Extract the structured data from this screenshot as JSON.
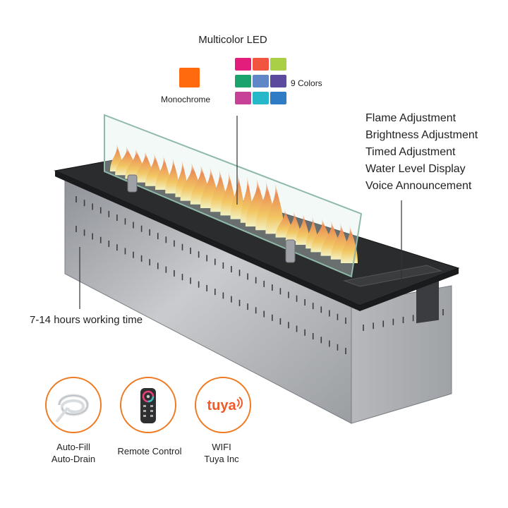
{
  "led": {
    "title": "Multicolor LED",
    "mono_label": "Monochrome",
    "mono_color": "#ff6a0e",
    "nine_label": "9 Colors",
    "nine_colors": [
      "#e31d7b",
      "#f1553f",
      "#a8cf45",
      "#1aa36b",
      "#5f87c7",
      "#5c4a9e",
      "#c84199",
      "#26b8c9",
      "#2f7bc4"
    ]
  },
  "features": [
    "Flame Adjustment",
    "Brightness Adjustment",
    "Timed Adjustment",
    "Water Level Display",
    "Voice Announcement"
  ],
  "working_time": "7-14 hours working time",
  "badges": [
    {
      "icon": "tube-icon",
      "line1": "Auto-Fill",
      "line2": "Auto-Drain"
    },
    {
      "icon": "remote-icon",
      "line1": "Remote Control",
      "line2": ""
    },
    {
      "icon": "tuya-logo",
      "line1": "WIFI",
      "line2": "Tuya Inc",
      "logo_text": "tuya"
    }
  ],
  "accent_color": "#f07a21"
}
